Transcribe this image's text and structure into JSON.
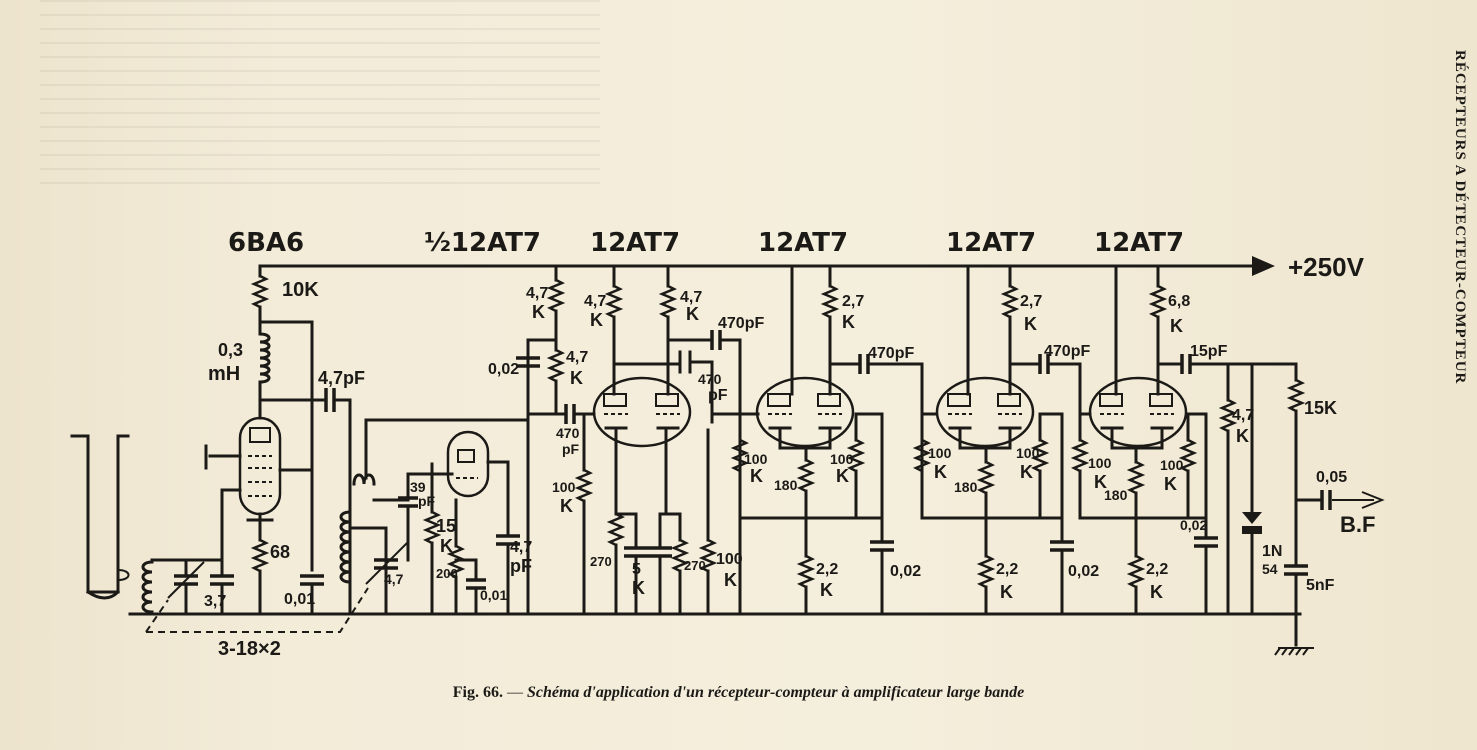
{
  "page_header": "RÉCEPTEURS A DÉTECTEUR-COMPTEUR",
  "caption": {
    "figure": "Fig. 66.",
    "dash": "—",
    "text": "Schéma d'application d'un récepteur-compteur à amplificateur large bande"
  },
  "schematic": {
    "supply": "+250V",
    "output": "B.F",
    "tubes": [
      "6BA6",
      "½12AT7",
      "12AT7",
      "12AT7",
      "12AT7",
      "12AT7"
    ],
    "gang_capacitor": "3-18×2",
    "values": {
      "r10k": "10K",
      "l03": "0,3",
      "lmh": "mH",
      "c47p": "4,7pF",
      "c37": "3,7",
      "r68": "68",
      "c001a": "0,01",
      "c39": "39",
      "c39pf": "pF",
      "r15": "15",
      "r15k": "K",
      "r200": "200",
      "c47": "4,7",
      "c001b": "0,01",
      "c47pf_a": "4,7",
      "c47pf_b": "pF",
      "r47k_a": "4,7",
      "r47k_a2": "K",
      "c002a": "0,02",
      "r47k_b": "4,7",
      "r47k_b2": "K",
      "c470a_1": "470",
      "c470a_2": "pF",
      "r100k_a": "100",
      "r100k_a2": "K",
      "r47k_c": "4,7",
      "r47k_c2": "K",
      "r47k_d": "4,7",
      "r47k_d2": "K",
      "c470b": "470pF",
      "c470c_1": "470",
      "c470c_2": "pF",
      "r270a": "270",
      "c5k": "5",
      "c5k2": "K",
      "r270b": "270",
      "r100k_b": "100",
      "r100k_b2": "K",
      "r27k_a": "2,7",
      "r27k_a2": "K",
      "c470d": "470pF",
      "r100k_c": "100",
      "r100k_c2": "K",
      "r180a": "180",
      "r100k_d": "100",
      "r100k_d2": "K",
      "r22k_a": "2,2",
      "r22k_a2": "K",
      "c002b": "0,02",
      "r27k_b": "2,7",
      "r27k_b2": "K",
      "c470e": "470pF",
      "r100k_e": "100",
      "r100k_e2": "K",
      "r180b": "180",
      "r100k_f": "100",
      "r100k_f2": "K",
      "r22k_b": "2,2",
      "r22k_b2": "K",
      "c002c": "0,02",
      "r68k": "6,8",
      "r68k2": "K",
      "c15pf": "15pF",
      "r100k_g": "100",
      "r100k_g2": "K",
      "r180c": "180",
      "r100k_h": "100",
      "r100k_h2": "K",
      "r22k_c": "2,2",
      "r22k_c2": "K",
      "c002d": "0,02",
      "r47k_e": "4,7",
      "r47k_e2": "K",
      "r15k_out": "15K",
      "c005": "0,05",
      "diode_1": "1N",
      "diode_2": "54",
      "c5nf": "5nF"
    }
  },
  "colors": {
    "paper": "#f1ead7",
    "ink": "#1c1a17"
  }
}
